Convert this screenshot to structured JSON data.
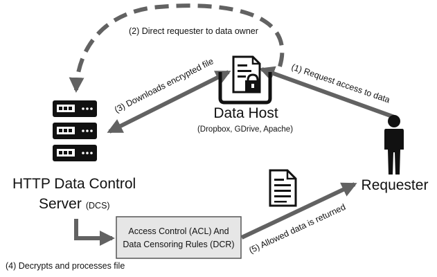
{
  "nodes": {
    "data_host": {
      "title": "Data Host",
      "subtitle": "(Dropbox, GDrive, Apache)"
    },
    "dcs": {
      "title_line1": "HTTP Data Control",
      "title_line2": "Server",
      "abbr": "(DCS)"
    },
    "requester": {
      "title": "Requester"
    },
    "rules_box": {
      "line1": "Access Control (ACL) And",
      "line2": "Data Censoring Rules (DCR)"
    }
  },
  "edges": {
    "step1": "(1) Request access to data",
    "step2": "(2) Direct requester to data owner",
    "step3": "(3) Downloads encrypted file",
    "step4": "(4) Decrypts and processes file",
    "step5": "(5) Allowed data is returned"
  },
  "colors": {
    "arrow": "#626262",
    "box_fill": "#e6e6e6",
    "box_stroke": "#555555",
    "icon": "#111111"
  },
  "icons": {
    "data_host": "document-lock-tray-icon",
    "dcs": "server-rack-icon",
    "requester": "person-icon",
    "returned_doc": "document-icon"
  }
}
